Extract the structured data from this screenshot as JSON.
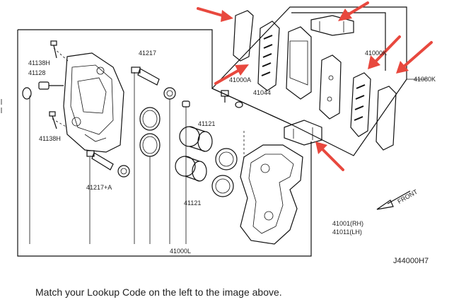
{
  "labels": {
    "p41138h_top": "41138H",
    "p41128": "41128",
    "p41138h_bottom": "41138H",
    "p41217": "41217",
    "p41217a": "41217+A",
    "p41121_top": "41121",
    "p41121_bottom": "41121",
    "p41000l": "41000L",
    "p41000a": "41000A",
    "p41044": "41044",
    "p41000k": "41000K",
    "p41080k": "41080K",
    "p41001": "41001(RH)",
    "p41011": "41011(LH)",
    "front": "FRONT",
    "diagram_code": "J44000H7"
  },
  "caption": "Match your Lookup Code on the left to the image above.",
  "colors": {
    "highlight_arrow": "#e8483e",
    "line": "#111111"
  }
}
